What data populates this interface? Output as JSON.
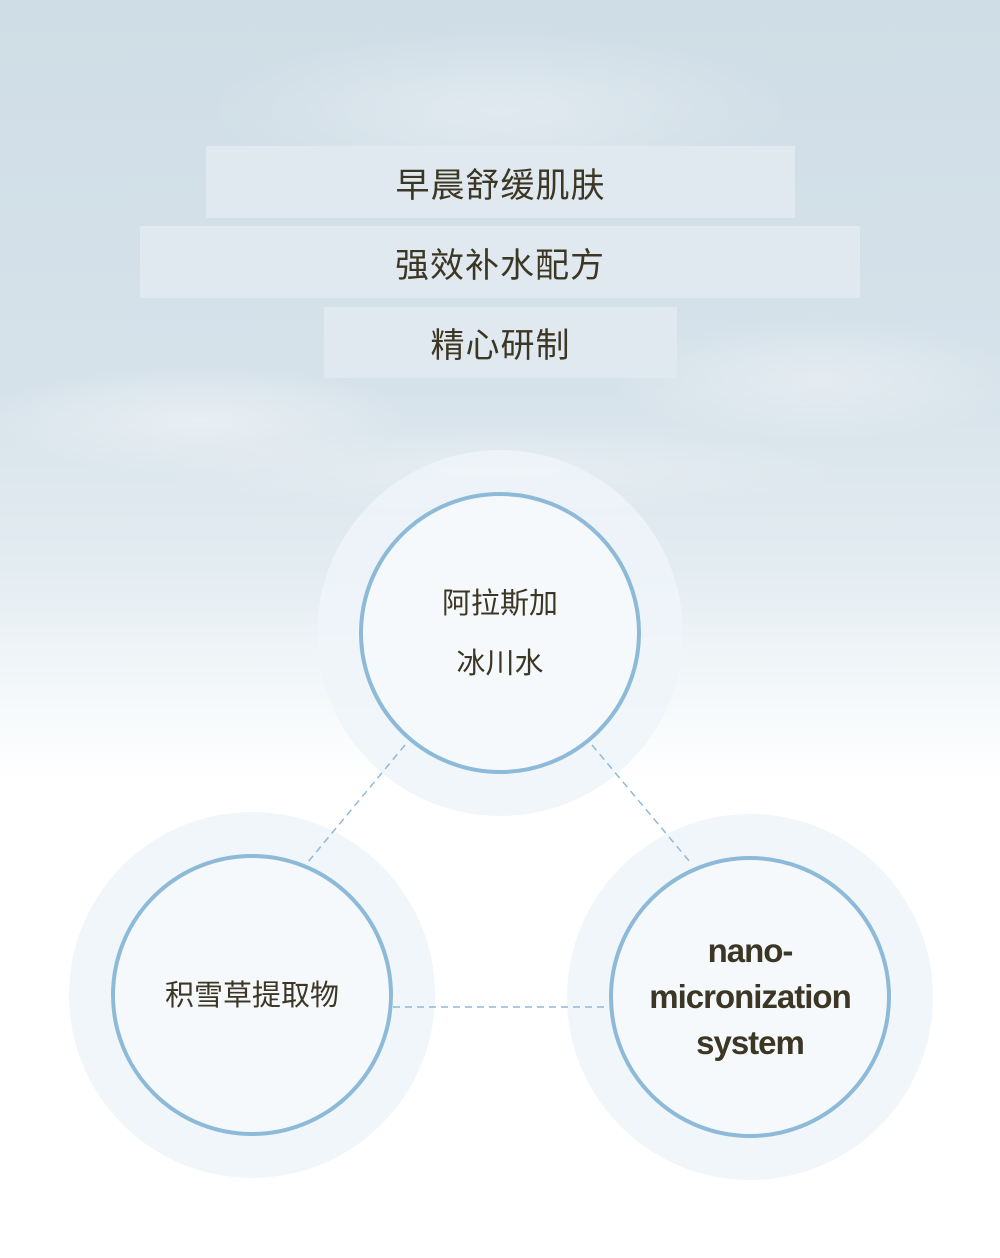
{
  "headlines": [
    "早晨舒缓肌肤",
    "强效补水配方",
    "精心研制"
  ],
  "ingredients": {
    "top": {
      "line1": "阿拉斯加",
      "line2": "冰川水"
    },
    "left": {
      "label": "积雪草提取物"
    },
    "right": {
      "line1": "nano-",
      "line2": "micronization",
      "line3": "system"
    }
  },
  "colors": {
    "ring": "#8dbad8",
    "text": "#3c3624",
    "banner": "#e1e9ef"
  }
}
